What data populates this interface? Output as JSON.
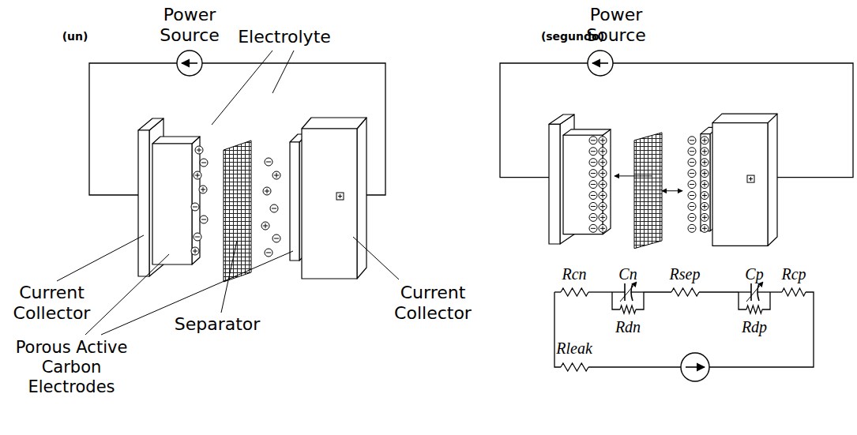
{
  "diagram": {
    "labels": [
      "(un)",
      "Power Source",
      "Electrolyte",
      "Current Collector",
      "Porous Active Carbon Electrodes",
      "Separator",
      "Current Collector",
      "(segundo)",
      "Power Source",
      "Rcn",
      "Cn",
      "Rsep",
      "Cp",
      "Rcp",
      "Rdn",
      "Rdp",
      "Rleak"
    ]
  }
}
